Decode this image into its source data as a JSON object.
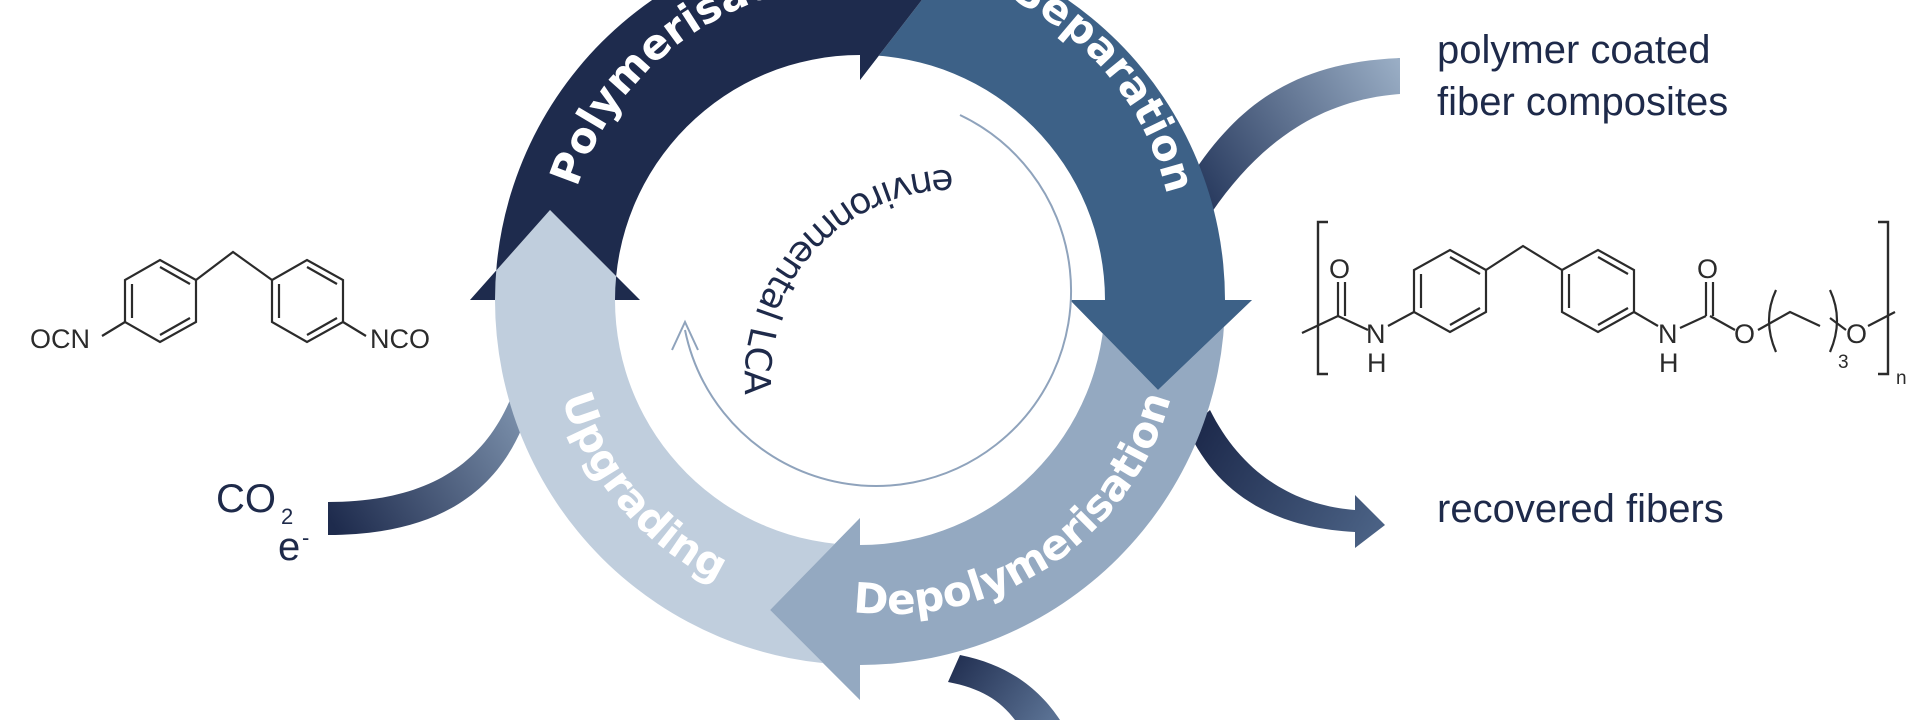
{
  "cycle": {
    "center_label": "environmental LCA",
    "segments": [
      {
        "id": "polymerisation",
        "label": "Polymerisation",
        "color": "#1e2b4d"
      },
      {
        "id": "separation",
        "label": "Separation",
        "color": "#3d6187"
      },
      {
        "id": "depolymerisation",
        "label": "Depolymerisation",
        "color": "#94a9c1"
      },
      {
        "id": "upgrading",
        "label": "Upgrading",
        "color": "#c0cedd"
      }
    ]
  },
  "inputs": {
    "composites": "polymer coated\nfiber composites",
    "composites_line1": "polymer coated",
    "composites_line2": "fiber composites",
    "co2_main": "CO",
    "co2_sub": "2",
    "electron": "e",
    "electron_sup": "-"
  },
  "outputs": {
    "fibers": "recovered fibers"
  },
  "chemistry": {
    "mdi": {
      "left_group": "OCN",
      "right_group": "NCO"
    },
    "polyurethane": {
      "carbonyl_o": "O",
      "nh": "N",
      "h": "H",
      "ester_o": "O",
      "repeat_sub": "3",
      "chain_o": "O",
      "n_sub": "n"
    }
  },
  "colors": {
    "dark_navy": "#1e2b4d",
    "steel_blue": "#3d6187",
    "grey_blue": "#94a9c1",
    "light_blue": "#c0cedd"
  }
}
